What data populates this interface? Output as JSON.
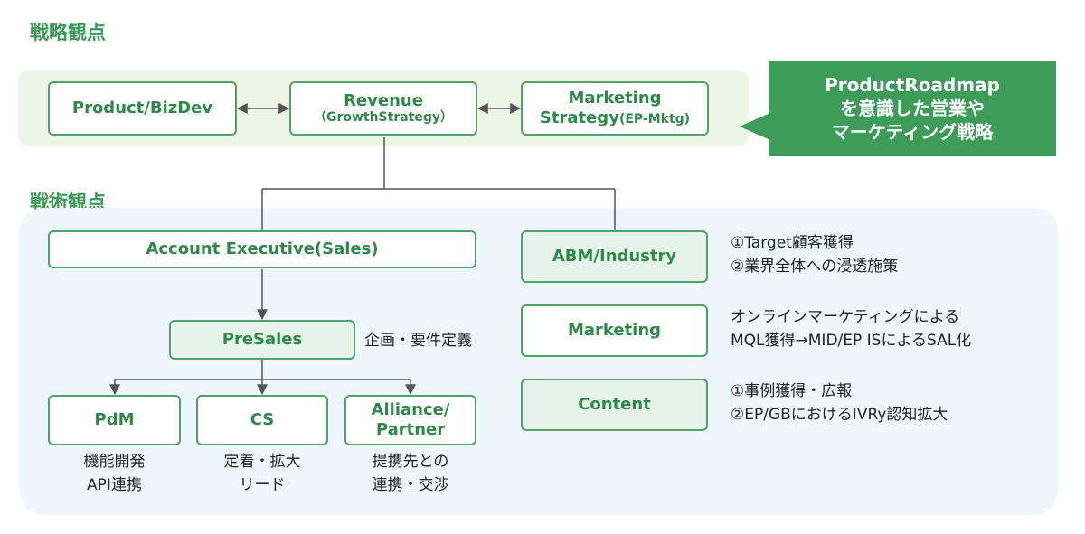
{
  "strategy_heading": "戦略観点",
  "tactics_heading": "戦術観点",
  "strategy_boxes": {
    "product": "Product/BizDev",
    "revenue": "Revenue",
    "revenue_sub": "（GrowthStrategy）",
    "marketing_line1": "Marketing",
    "marketing_line2": "Strategy",
    "marketing_sub": "(EP-Mktg)"
  },
  "callout": {
    "line1": "ProductRoadmap",
    "line2": "を意識した営業や",
    "line3": "マーケティング戦略"
  },
  "tactics_boxes": {
    "account_executive": "Account Executive(Sales)",
    "presales": "PreSales",
    "presales_note": "企画・要件定義",
    "pdm": "PdM",
    "cs": "CS",
    "alliance_line1": "Alliance/",
    "alliance_line2": "Partner",
    "abm": "ABM/Industry",
    "marketing": "Marketing",
    "content": "Content"
  },
  "captions": {
    "pdm_line1": "機能開発",
    "pdm_line2": "API連携",
    "cs_line1": "定着・拡大",
    "cs_line2": "リード",
    "alliance_line1": "提携先との",
    "alliance_line2": "連携・交渉"
  },
  "notes": {
    "abm_line1": "①Target顧客獲得",
    "abm_line2": "②業界全体への浸透施策",
    "marketing_line1": "オンラインマーケティングによる",
    "marketing_line2": "MQL獲得→MID/EP ISによるSAL化",
    "content_line1": "①事例獲得・広報",
    "content_line2": "②EP/GBにおけるIVRy認知拡大"
  },
  "colors": {
    "green": "#3c9c58",
    "box_border": "#4ea366",
    "top_band": "#edf6e6",
    "bottom_band": "#eef6fd",
    "line": "#555555"
  }
}
